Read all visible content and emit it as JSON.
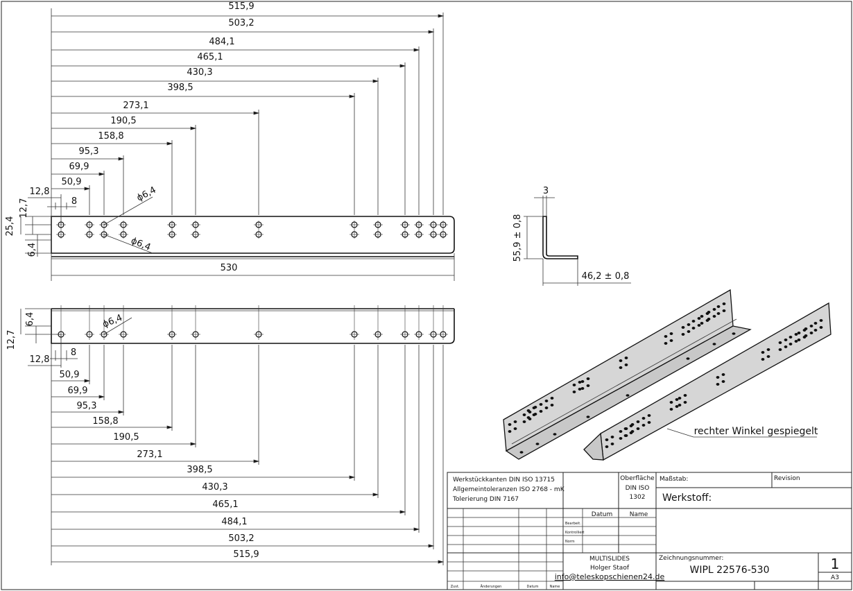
{
  "top_view": {
    "dims": [
      "515,9",
      "503,2",
      "484,1",
      "465,1",
      "430,3",
      "398,5",
      "273,1",
      "190,5",
      "158,8",
      "95,3",
      "69,9",
      "50,9"
    ],
    "left": {
      "d12_8": "12,8",
      "d8": "8",
      "d12_7": "12,7",
      "d25_4": "25,4",
      "d6_4": "6,4"
    },
    "hole_top": "ϕ6,4",
    "hole_bottom": "ϕ6,4",
    "overall": "530"
  },
  "bottom_view": {
    "dims": [
      "50,9",
      "69,9",
      "95,3",
      "158,8",
      "190,5",
      "273,1",
      "398,5",
      "430,3",
      "465,1",
      "484,1",
      "503,2",
      "515,9"
    ],
    "left": {
      "d6_4": "6,4",
      "d12_7": "12,7",
      "d12_8": "12,8",
      "d8": "8"
    },
    "hole": "ϕ6,4"
  },
  "section": {
    "thickness": "3",
    "height": "55,9 ± 0,8",
    "width": "46,2 ± 0,8"
  },
  "iso_note": "rechter Winkel gespiegelt",
  "title_block": {
    "general": [
      "Werkstückkanten DIN ISO 13715",
      "Allgemeintoleranzen ISO 2768 - mK",
      "Tolerierung DIN 7167"
    ],
    "surface": [
      "Oberfläche",
      "DIN ISO",
      "1302"
    ],
    "scale_label": "Maßstab:",
    "revision_label": "Revision",
    "material_label": "Werkstoff:",
    "datum": "Datum",
    "name": "Name",
    "row_labels": [
      "Bearbeit.",
      "Kontrolliert",
      "Norm"
    ],
    "company": [
      "MULTISLIDES",
      "Holger Staof",
      "info@teleskopschienen24.de"
    ],
    "drawing_no_label": "Zeichnungsnummer:",
    "drawing_no": "WIPL 22576-530",
    "sheet": "1",
    "format": "A3",
    "footer": [
      "Zust.",
      "Änderungen",
      "Datum",
      "Name"
    ]
  }
}
